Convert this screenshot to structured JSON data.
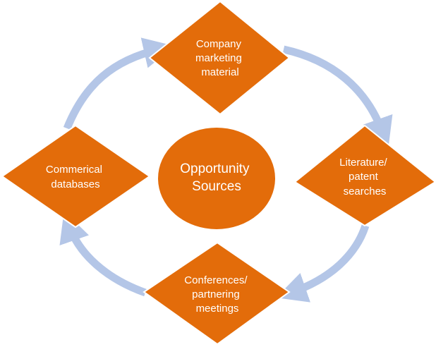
{
  "diagram": {
    "center": {
      "lines": [
        "Opportunity",
        "Sources"
      ]
    },
    "nodes": {
      "top": {
        "lines": [
          "Company",
          "marketing",
          "material"
        ]
      },
      "right": {
        "lines": [
          "Literature/",
          "patent",
          "searches"
        ]
      },
      "bottom": {
        "lines": [
          "Conferences/",
          "partnering",
          "meetings"
        ]
      },
      "left": {
        "lines": [
          "Commerical",
          "databases"
        ]
      }
    },
    "colors": {
      "node_fill": "#e36c0a",
      "node_stroke": "#ffffff",
      "ring": "#b4c6e7"
    }
  }
}
